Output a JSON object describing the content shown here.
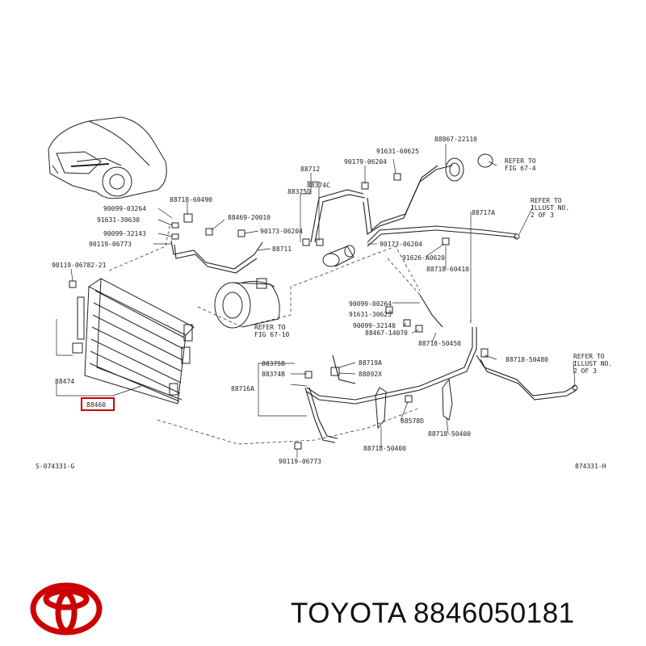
{
  "brand": {
    "name": "TOYOTA",
    "part_number": "8846050181",
    "logo": "toyota-logo-icon",
    "logo_color": "#cc0000"
  },
  "labels": {
    "p88867_22110": "88867-22110",
    "p91631_60625": "91631-60625",
    "refer_fig67_4_a": "REFER TO",
    "refer_fig67_4_b": "FIG 67-4",
    "p90179_06204": "90179-06204",
    "p88712": "88712",
    "p88374c": "88374C",
    "p88375d": "88375D",
    "refer_illust_a": "REFER TO",
    "refer_illust_b": "ILLUST NO.",
    "refer_illust_c": "2 OF 3",
    "p88717a": "88717A",
    "p88718_60490": "88718-60490",
    "p90099_03264": "90099-03264",
    "p91631_30630": "91631-30630",
    "p88469_20010": "88469-20010",
    "p90099_32143": "90099-32143",
    "p90173_06204": "90173-06204",
    "p90119_06773": "90119-06773",
    "p88711": "88711",
    "p90173_06204b": "90173-06204",
    "p91626_a0620": "91626-A0620",
    "p88718_60410": "88718-60410",
    "p90119_06782": "90119-06782-21",
    "p90099_00264": "90099-00264",
    "p91631_30625": "91631-30625",
    "refer_fig67_10_a": "REFER TO",
    "refer_fig67_10_b": "FIG 67-10",
    "p90099_32140": "90099-32140",
    "p88467_14070": "88467-14070",
    "p88718_50450": "88718-50450",
    "p88718_50480": "88718-50480",
    "refer_illust2_a": "REFER TO",
    "refer_illust2_b": "ILLUST NO.",
    "refer_illust2_c": "2 OF 3",
    "p88375b": "88375B",
    "p88719a": "88719A",
    "p88374b": "88374B",
    "p88892x": "88892X",
    "p88716a": "88716A",
    "p88474": "88474",
    "p88460": "88460",
    "p88578d": "88578D",
    "p88718_50400": "88718-50400",
    "p88718_50400b": "88718-50400",
    "p90119_06773b": "90119-06773",
    "code_left": "S-074331-G",
    "code_right": "874331-H"
  }
}
